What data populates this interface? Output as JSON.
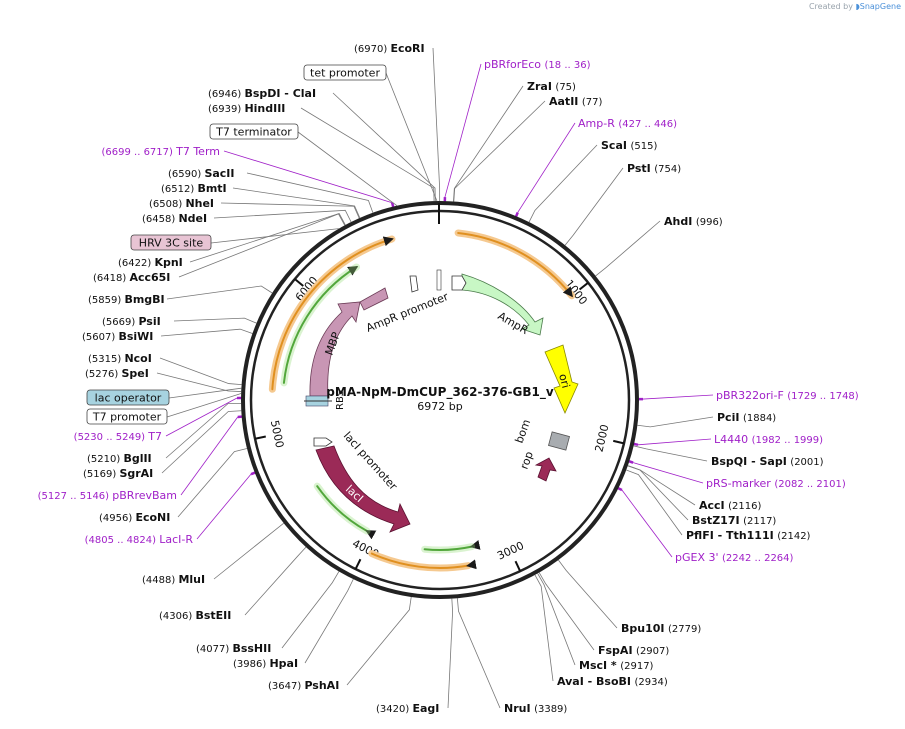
{
  "watermark": {
    "prefix": "Created by",
    "brand": "SnapGene"
  },
  "plasmid": {
    "name": "pMA-NpM-DmCUP_362-376-GB1_v",
    "size": "6972 bp",
    "length": 6972
  },
  "colors": {
    "enzyme": "#000000",
    "primer": "#a020c8",
    "backbone": "#222222"
  },
  "enzymes": [
    {
      "id": "ecori",
      "name": "EcoRI",
      "pos": "(6970)",
      "site": 6970
    },
    {
      "id": "bspdi-clai",
      "name": "BspDI",
      "name2": "ClaI",
      "pos": "(6946)",
      "site": 6946
    },
    {
      "id": "hindiii",
      "name": "HindIII",
      "pos": "(6939)",
      "site": 6939
    },
    {
      "id": "sacii",
      "name": "SacII",
      "pos": "(6590)",
      "site": 6590
    },
    {
      "id": "bmti",
      "name": "BmtI",
      "pos": "(6512)",
      "site": 6512
    },
    {
      "id": "nhei",
      "name": "NheI",
      "pos": "(6508)",
      "site": 6508
    },
    {
      "id": "ndei",
      "name": "NdeI",
      "pos": "(6458)",
      "site": 6458
    },
    {
      "id": "kpni",
      "name": "KpnI",
      "pos": "(6422)",
      "site": 6422
    },
    {
      "id": "acc65i",
      "name": "Acc65I",
      "pos": "(6418)",
      "site": 6418
    },
    {
      "id": "bmgbi",
      "name": "BmgBI",
      "pos": "(5859)",
      "site": 5859
    },
    {
      "id": "psii",
      "name": "PsiI",
      "pos": "(5669)",
      "site": 5669
    },
    {
      "id": "bsiwi",
      "name": "BsiWI",
      "pos": "(5607)",
      "site": 5607
    },
    {
      "id": "ncoi",
      "name": "NcoI",
      "pos": "(5315)",
      "site": 5315
    },
    {
      "id": "spei",
      "name": "SpeI",
      "pos": "(5276)",
      "site": 5276
    },
    {
      "id": "bglii",
      "name": "BglII",
      "pos": "(5210)",
      "site": 5210
    },
    {
      "id": "sgrai",
      "name": "SgrAI",
      "pos": "(5169)",
      "site": 5169
    },
    {
      "id": "econi",
      "name": "EcoNI",
      "pos": "(4956)",
      "site": 4956
    },
    {
      "id": "mlui",
      "name": "MluI",
      "pos": "(4488)",
      "site": 4488
    },
    {
      "id": "bsteii",
      "name": "BstEII",
      "pos": "(4306)",
      "site": 4306
    },
    {
      "id": "bsshii",
      "name": "BssHII",
      "pos": "(4077)",
      "site": 4077
    },
    {
      "id": "hpai",
      "name": "HpaI",
      "pos": "(3986)",
      "site": 3986
    },
    {
      "id": "pshai",
      "name": "PshAI",
      "pos": "(3647)",
      "site": 3647
    },
    {
      "id": "eagi",
      "name": "EagI",
      "pos": "(3420)",
      "site": 3420
    },
    {
      "id": "nrui",
      "name": "NruI",
      "pos": "(3389)",
      "site": 3389
    },
    {
      "id": "avai-bsobi",
      "name": "AvaI",
      "name2": "BsoBI",
      "pos": "(2934)",
      "site": 2934
    },
    {
      "id": "msci",
      "name": "MscI *",
      "pos": "(2917)",
      "site": 2917
    },
    {
      "id": "fspai",
      "name": "FspAI",
      "pos": "(2907)",
      "site": 2907
    },
    {
      "id": "bpu10i",
      "name": "Bpu10I",
      "pos": "(2779)",
      "site": 2779
    },
    {
      "id": "pflfi-tth111i",
      "name": "PflFI",
      "name2": "Tth111I",
      "pos": "(2142)",
      "site": 2142
    },
    {
      "id": "bstz17i",
      "name": "BstZ17I",
      "pos": "(2117)",
      "site": 2117
    },
    {
      "id": "acci",
      "name": "AccI",
      "pos": "(2116)",
      "site": 2116
    },
    {
      "id": "bspqi-sapi",
      "name": "BspQI",
      "name2": "SapI",
      "pos": "(2001)",
      "site": 2001
    },
    {
      "id": "pcii",
      "name": "PciI",
      "pos": "(1884)",
      "site": 1884
    },
    {
      "id": "ahdi",
      "name": "AhdI",
      "pos": "(996)",
      "site": 996
    },
    {
      "id": "psti",
      "name": "PstI",
      "pos": "(754)",
      "site": 754
    },
    {
      "id": "scai",
      "name": "ScaI",
      "pos": "(515)",
      "site": 515
    },
    {
      "id": "aatii",
      "name": "AatII",
      "pos": "(77)",
      "site": 77
    },
    {
      "id": "zrai",
      "name": "ZraI",
      "pos": "(75)",
      "site": 75
    }
  ],
  "primers": [
    {
      "id": "pbrforeco",
      "name": "pBRforEco",
      "range": "(18 .. 36)",
      "site": 27
    },
    {
      "id": "amp-r",
      "name": "Amp-R",
      "range": "(427 .. 446)",
      "site": 436
    },
    {
      "id": "pbr322ori-f",
      "name": "pBR322ori-F",
      "range": "(1729 .. 1748)",
      "site": 1738
    },
    {
      "id": "l4440",
      "name": "L4440",
      "range": "(1982 .. 1999)",
      "site": 1990
    },
    {
      "id": "prs-marker",
      "name": "pRS-marker",
      "range": "(2082 .. 2101)",
      "site": 2091
    },
    {
      "id": "pgex3",
      "name": "pGEX 3'",
      "range": "(2242 .. 2264)",
      "site": 2253
    },
    {
      "id": "t7-term",
      "name": "T7 Term",
      "range": "(6699 .. 6717)",
      "site": 6708
    },
    {
      "id": "t7",
      "name": "T7",
      "range": "(5230 .. 5249)",
      "site": 5240
    },
    {
      "id": "pbrrevbam",
      "name": "pBRrevBam",
      "range": "(5127 .. 5146)",
      "site": 5136
    },
    {
      "id": "laci-r",
      "name": "LacI-R",
      "range": "(4805 .. 4824)",
      "site": 4814
    }
  ],
  "boxed_features": [
    {
      "id": "tet-promoter",
      "label": "tet promoter",
      "site": 6955,
      "fill": "#ffffff"
    },
    {
      "id": "t7-terminator",
      "label": "T7 terminator",
      "site": 6730,
      "fill": "#ffffff"
    },
    {
      "id": "hrv-3c-site",
      "label": "HRV 3C site",
      "site": 6380,
      "fill": "#e8c4d4"
    },
    {
      "id": "lac-operator",
      "label": "lac operator",
      "site": 5295,
      "fill": "#a7d3e0"
    },
    {
      "id": "t7-promoter",
      "label": "T7 promoter",
      "site": 5265,
      "fill": "#ffffff"
    }
  ],
  "feature_labels": {
    "ampr": "AmpR",
    "ampr_promoter": "AmpR promoter",
    "ori": "ori",
    "bom": "bom",
    "rop": "rop",
    "laci": "lacI",
    "laci_promoter": "lacI promoter",
    "mbp": "MBP",
    "rbs": "RBS"
  },
  "ticks": [
    {
      "id": "tick-1000",
      "label": "1000",
      "site": 1000
    },
    {
      "id": "tick-2000",
      "label": "2000",
      "site": 2000
    },
    {
      "id": "tick-3000",
      "label": "3000",
      "site": 3000
    },
    {
      "id": "tick-4000",
      "label": "4000",
      "site": 4000
    },
    {
      "id": "tick-5000",
      "label": "5000",
      "site": 5000
    },
    {
      "id": "tick-6000",
      "label": "6000",
      "site": 6000
    }
  ]
}
